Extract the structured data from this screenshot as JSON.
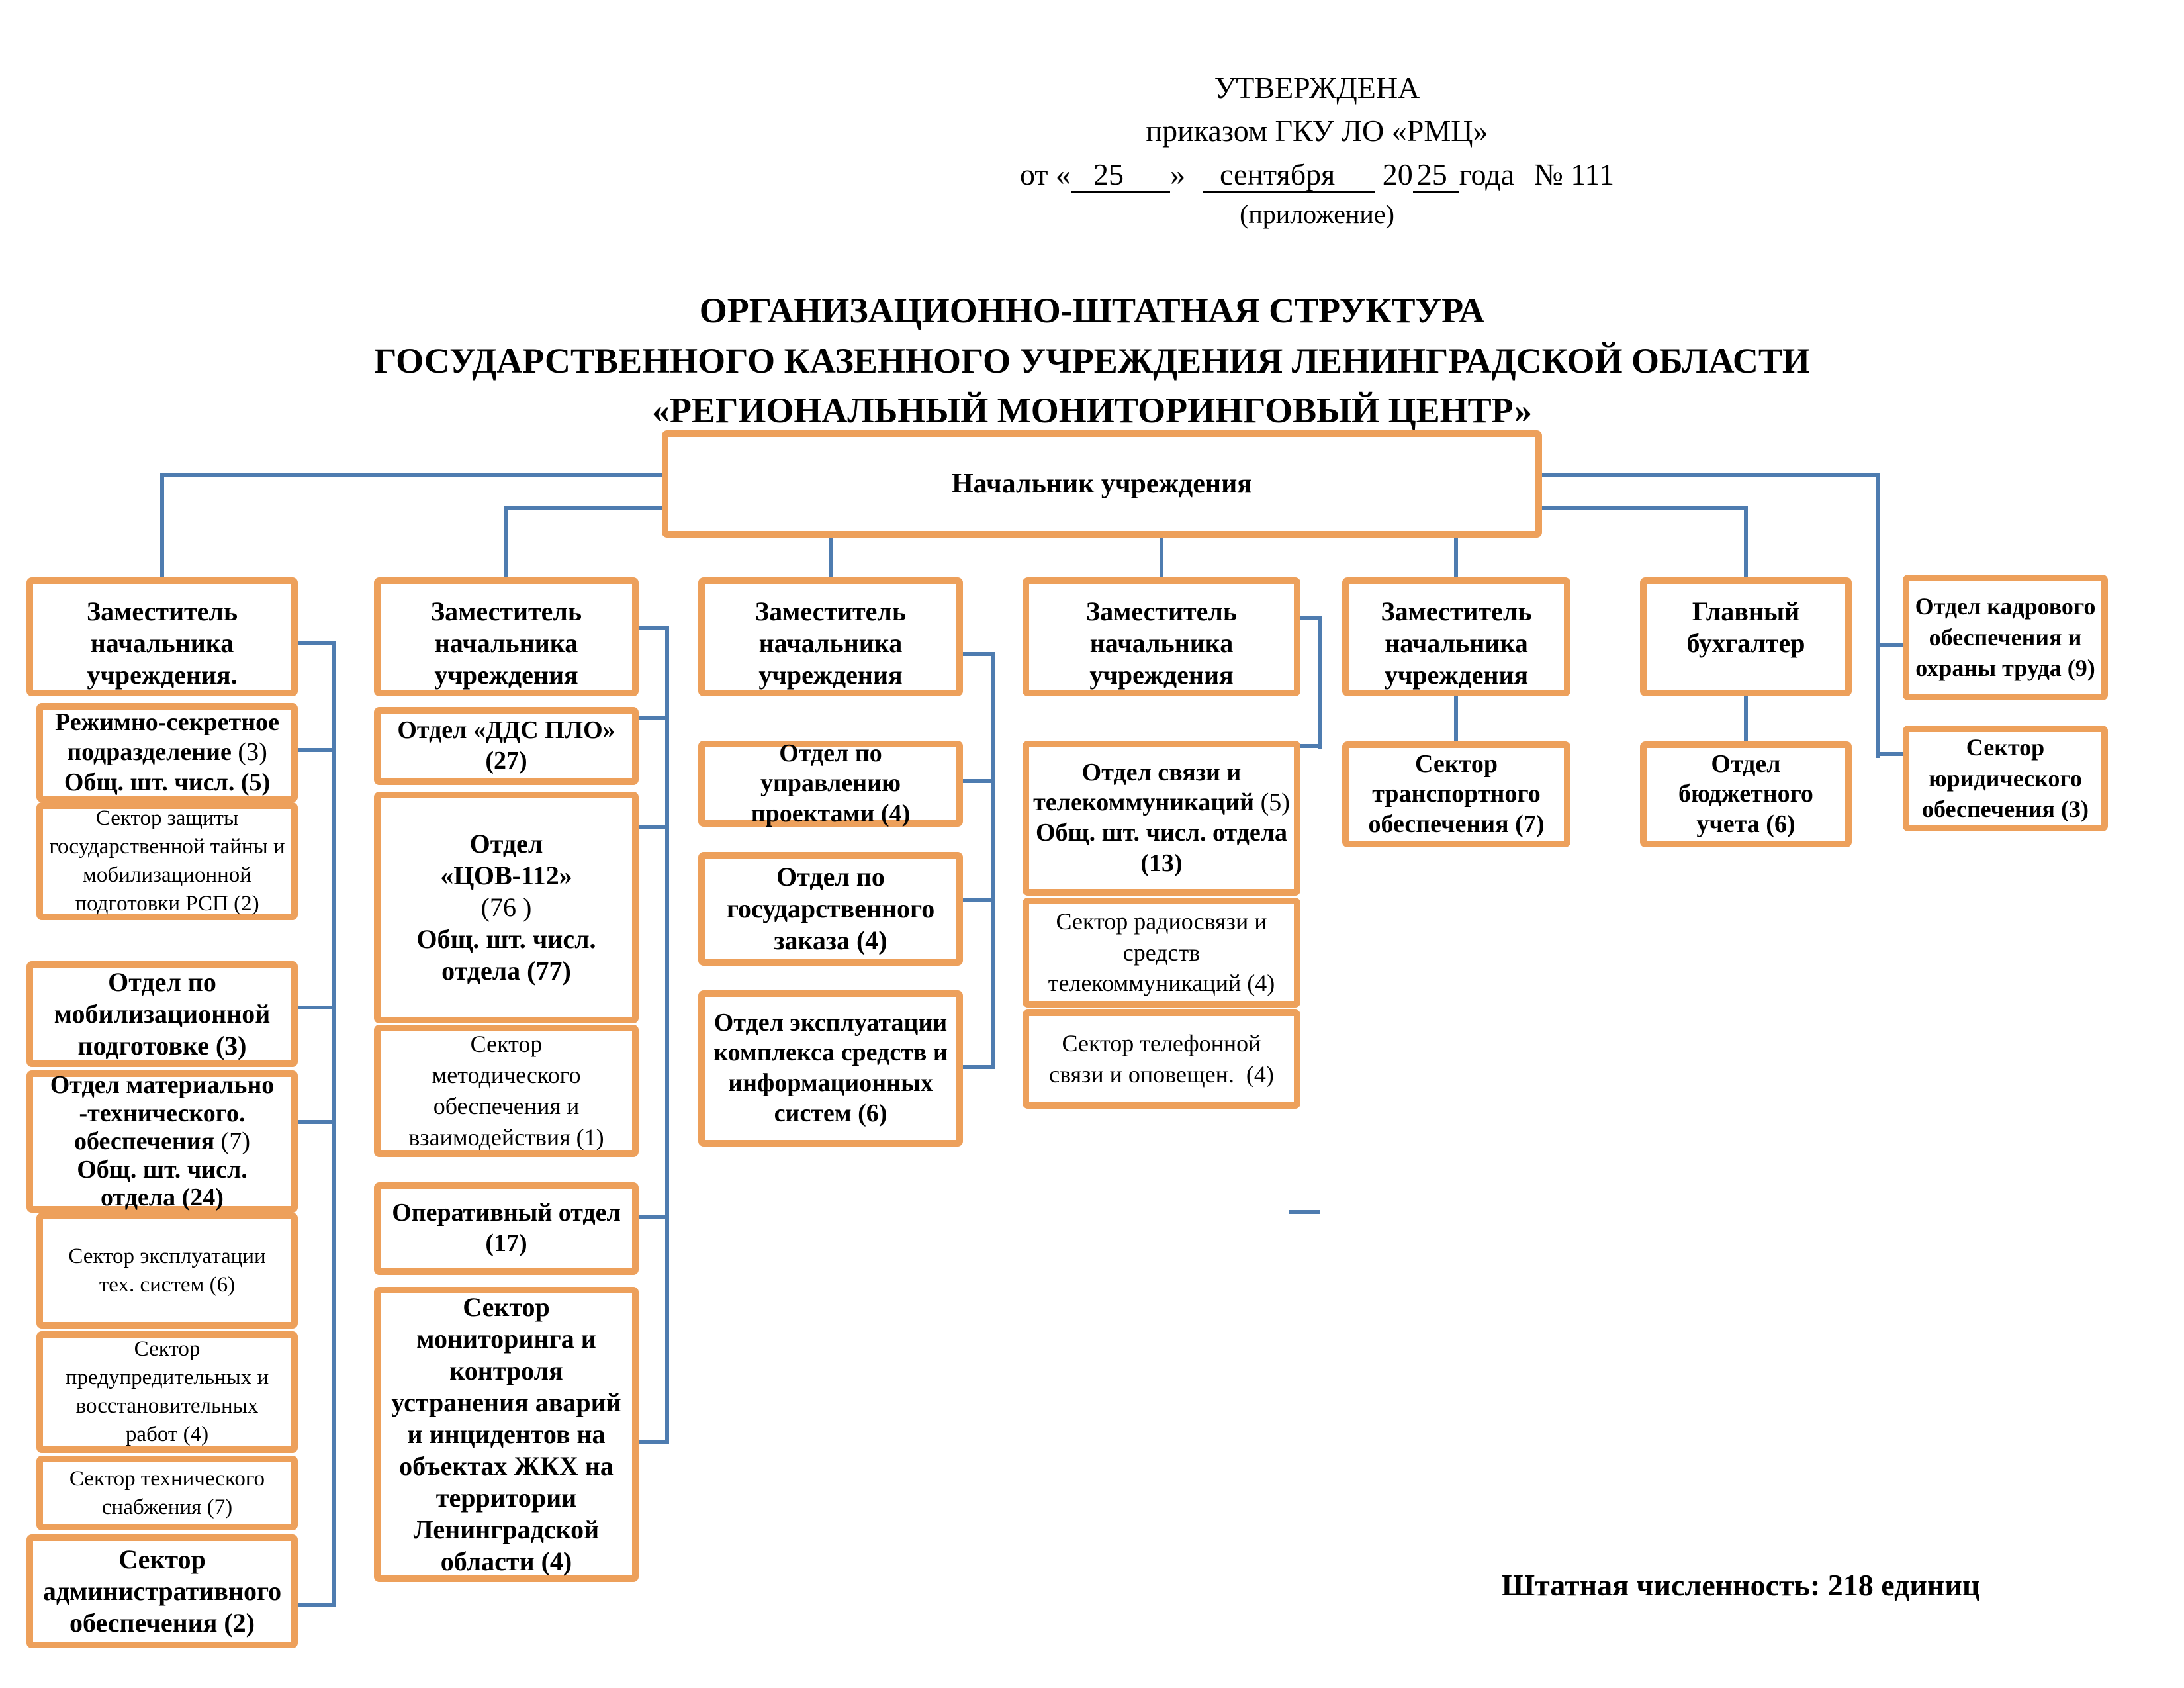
{
  "colors": {
    "box_border": "#EDA05B",
    "connector": "#4E7CB0",
    "page_bg": "#FFFFFF",
    "text": "#000000"
  },
  "approval": {
    "line1": "УТВЕРЖДЕНА",
    "line2": "приказом ГКУ ЛО «РМЦ»",
    "date": {
      "p1": "от «",
      "day": "25",
      "p3": "»",
      "month": "сентября",
      "p5": "20",
      "year": "25",
      "p7": "года",
      "number": "№ 111"
    },
    "line4": "(приложение)"
  },
  "title": {
    "line1": "ОРГАНИЗАЦИОННО-ШТАТНАЯ СТРУКТУРА",
    "line2": "ГОСУДАРСТВЕННОГО КАЗЕННОГО УЧРЕЖДЕНИЯ ЛЕНИНГРАДСКОЙ ОБЛАСТИ",
    "line3": "«РЕГИОНАЛЬНЫЙ МОНИТОРИНГОВЫЙ ЦЕНТР»"
  },
  "org": {
    "chief": "Начальник учреждения",
    "c1": {
      "head": "Заместитель\nначальника\nучреждения.",
      "rsp": {
        "p1": "Режимно-секретное\nподразделение ",
        "p2": "(3)",
        "p3": "\nОбщ. шт. числ. (5)"
      },
      "secret": "Сектор защиты\nгосударственной тайны и\nмобилизационной\nподготовки РСП (2)",
      "mob": "Отдел по\nмобилизационной\nподготовке (3)",
      "mat": {
        "p1": "Отдел материально\n-технического.\nобеспечения ",
        "p2": "(7)",
        "p3": "\nОбщ. шт. числ.\nотдела (24)"
      },
      "expl": "Сектор эксплуатации\nтех. систем (6)",
      "prevent": "Сектор\nпредупредительных и\nвосстановительных\nработ (4)",
      "supply": "Сектор технического\nснабжения (7)",
      "admin": "Сектор\nадминистративного\nобеспечения (2)"
    },
    "c2": {
      "head": "Заместитель\nначальника\nучреждения",
      "dds": "Отдел «ДДС ПЛО»\n(27)",
      "cov": {
        "p1": "Отдел\n«ЦОВ-112»\n",
        "p2": "(76 )",
        "p3": "\nОбщ. шт. числ.\nотдела (77)"
      },
      "method": "Сектор\nметодического\nобеспечения и\nвзаимодействия (1)",
      "oper": "Оперативный отдел\n(17)",
      "monitor": "Сектор\nмониторинга и\nконтроля\nустранения аварий\nи инцидентов на\nобъектах ЖКХ на\nтерритории\nЛенинградской\nобласти (4)"
    },
    "c3": {
      "head": "Заместитель\nначальника\nучреждения",
      "projects": "Отдел по управлению\nпроектами (4)",
      "order": "Отдел по\nгосударственного\nзаказа (4)",
      "complex": "Отдел эксплуатации\nкомплекса средств и\nинформационных\nсистем (6)"
    },
    "c4": {
      "head": "Заместитель\nначальника\nучреждения",
      "telecom": {
        "p1": "Отдел связи и\nтелекоммуникаций ",
        "p2": "(5)",
        "p3": "\nОбщ. шт. числ. отдела\n(13)"
      },
      "radio": "Сектор радиосвязи и\nсредств\nтелекоммуникаций (4)",
      "phone": "Сектор телефонной\nсвязи и оповещен.  (4)"
    },
    "c5": {
      "head": "Заместитель\nначальника\nучреждения",
      "transport": "Сектор\nтранспортного\nобеспечения (7)"
    },
    "c6": {
      "accountant": "Главный\nбухгалтер",
      "budget": "Отдел\nбюджетного\nучета (6)"
    },
    "c7": {
      "hr": "Отдел кадрового\nобеспечения и\nохраны труда (9)",
      "legal": "Сектор\nюридического\nобеспечения (3)"
    }
  },
  "footer": {
    "total": "Штатная численность: 218 единиц"
  }
}
